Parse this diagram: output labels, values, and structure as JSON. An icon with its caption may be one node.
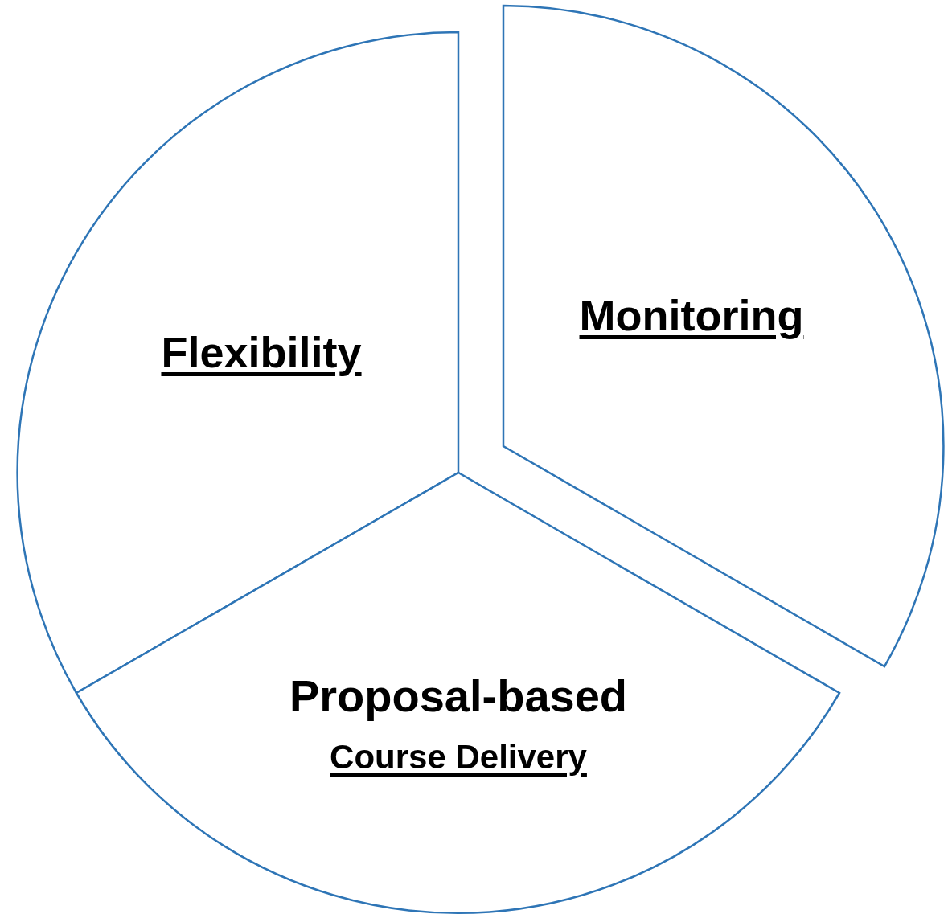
{
  "diagram": {
    "nodes": [
      {
        "text": [
          "Flexibility"
        ]
      },
      {
        "text": [
          "Monitoring"
        ]
      },
      {
        "text": [
          "Proposal-based",
          "Course Delivery"
        ]
      }
    ]
  }
}
